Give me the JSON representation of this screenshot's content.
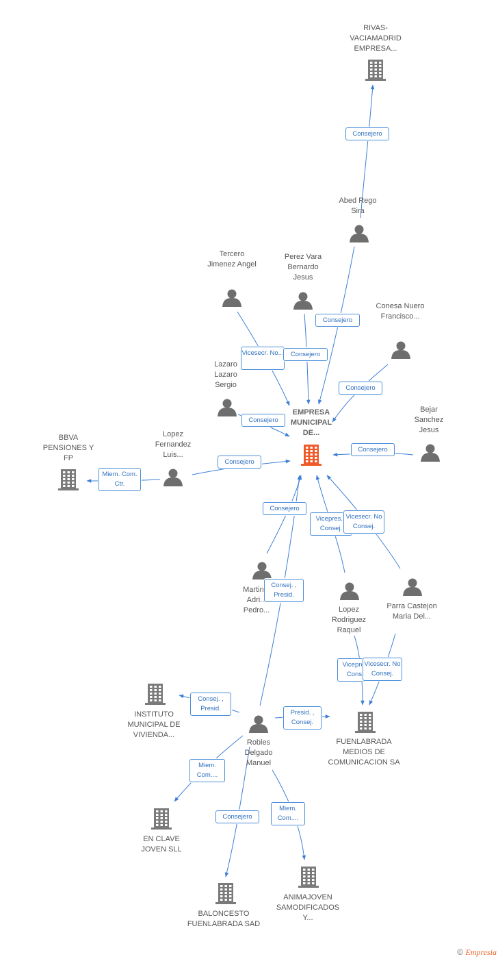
{
  "colors": {
    "edge": "#3d7fd6",
    "company": "#7a7a7a",
    "main_company": "#f05a28",
    "person": "#6e6e6e"
  },
  "nodes": [
    {
      "id": "main",
      "type": "company-main",
      "label": "EMPRESA MUNICIPAL DE..."
    },
    {
      "id": "rivas",
      "type": "company",
      "label": "RIVAS-VACIAMADRID EMPRESA..."
    },
    {
      "id": "abed",
      "type": "person",
      "label": "Abed Rego Sira"
    },
    {
      "id": "tercero",
      "type": "person",
      "label": "Tercero Jimenez Angel"
    },
    {
      "id": "perez",
      "type": "person",
      "label": "Perez Vara Bernardo Jesus"
    },
    {
      "id": "conesa",
      "type": "person",
      "label": "Conesa Nuero Francisco..."
    },
    {
      "id": "lazaro",
      "type": "person",
      "label": "Lazaro Lazaro Sergio"
    },
    {
      "id": "bejar",
      "type": "person",
      "label": "Bejar Sanchez Jesus"
    },
    {
      "id": "lopezf",
      "type": "person",
      "label": "Lopez Fernandez Luis..."
    },
    {
      "id": "bbva",
      "type": "company",
      "label": "BBVA PENSIONES Y FP"
    },
    {
      "id": "martin",
      "type": "person",
      "label": "Martin... Adri... Pedro..."
    },
    {
      "id": "lopezr",
      "type": "person",
      "label": "Lopez Rodriguez Raquel"
    },
    {
      "id": "parra",
      "type": "person",
      "label": "Parra Castejon Maria Del..."
    },
    {
      "id": "robles",
      "type": "person",
      "label": "Robles Delgado Manuel"
    },
    {
      "id": "instituto",
      "type": "company",
      "label": "INSTITUTO MUNICIPAL DE VIVIENDA..."
    },
    {
      "id": "fuenmedios",
      "type": "company",
      "label": "FUENLABRADA MEDIOS DE COMUNICACION SA"
    },
    {
      "id": "enclave",
      "type": "company",
      "label": "EN CLAVE JOVEN SLL"
    },
    {
      "id": "baloncesto",
      "type": "company",
      "label": "BALONCESTO FUENLABRADA SAD"
    },
    {
      "id": "animajoven",
      "type": "company",
      "label": "ANIMAJOVEN SAMODIFICADOS Y..."
    }
  ],
  "edges": [
    {
      "from": "abed",
      "to": "rivas",
      "label": "Consejero"
    },
    {
      "from": "abed",
      "to": "main",
      "label": "Consejero"
    },
    {
      "from": "tercero",
      "to": "main",
      "label": "Vicesecr. No..."
    },
    {
      "from": "perez",
      "to": "main",
      "label": "Consejero"
    },
    {
      "from": "conesa",
      "to": "main",
      "label": "Consejero"
    },
    {
      "from": "lazaro",
      "to": "main",
      "label": "Consejero"
    },
    {
      "from": "bejar",
      "to": "main",
      "label": "Consejero"
    },
    {
      "from": "lopezf",
      "to": "main",
      "label": "Consejero"
    },
    {
      "from": "lopezf",
      "to": "bbva",
      "label": "Miem. Com. Ctr."
    },
    {
      "from": "martin",
      "to": "main",
      "label": "Consejero"
    },
    {
      "from": "robles",
      "to": "main",
      "label": "Consej. , Presid."
    },
    {
      "from": "lopezr",
      "to": "main",
      "label": "Vicepres. , Consej."
    },
    {
      "from": "parra",
      "to": "main",
      "label": "Vicesecr. No Consej."
    },
    {
      "from": "lopezr",
      "to": "fuenmedios",
      "label": "Vicepres. , Consej."
    },
    {
      "from": "parra",
      "to": "fuenmedios",
      "label": "Vicesecr. No Consej."
    },
    {
      "from": "robles",
      "to": "instituto",
      "label": "Consej. , Presid."
    },
    {
      "from": "robles",
      "to": "fuenmedios",
      "label": "Presid. , Consej."
    },
    {
      "from": "robles",
      "to": "enclave",
      "label": "Miem. Com...."
    },
    {
      "from": "robles",
      "to": "baloncesto",
      "label": "Consejero"
    },
    {
      "from": "robles",
      "to": "animajoven",
      "label": "Miem. Com...."
    }
  ],
  "footer": {
    "copyright": "©",
    "brand": "Empresia"
  }
}
